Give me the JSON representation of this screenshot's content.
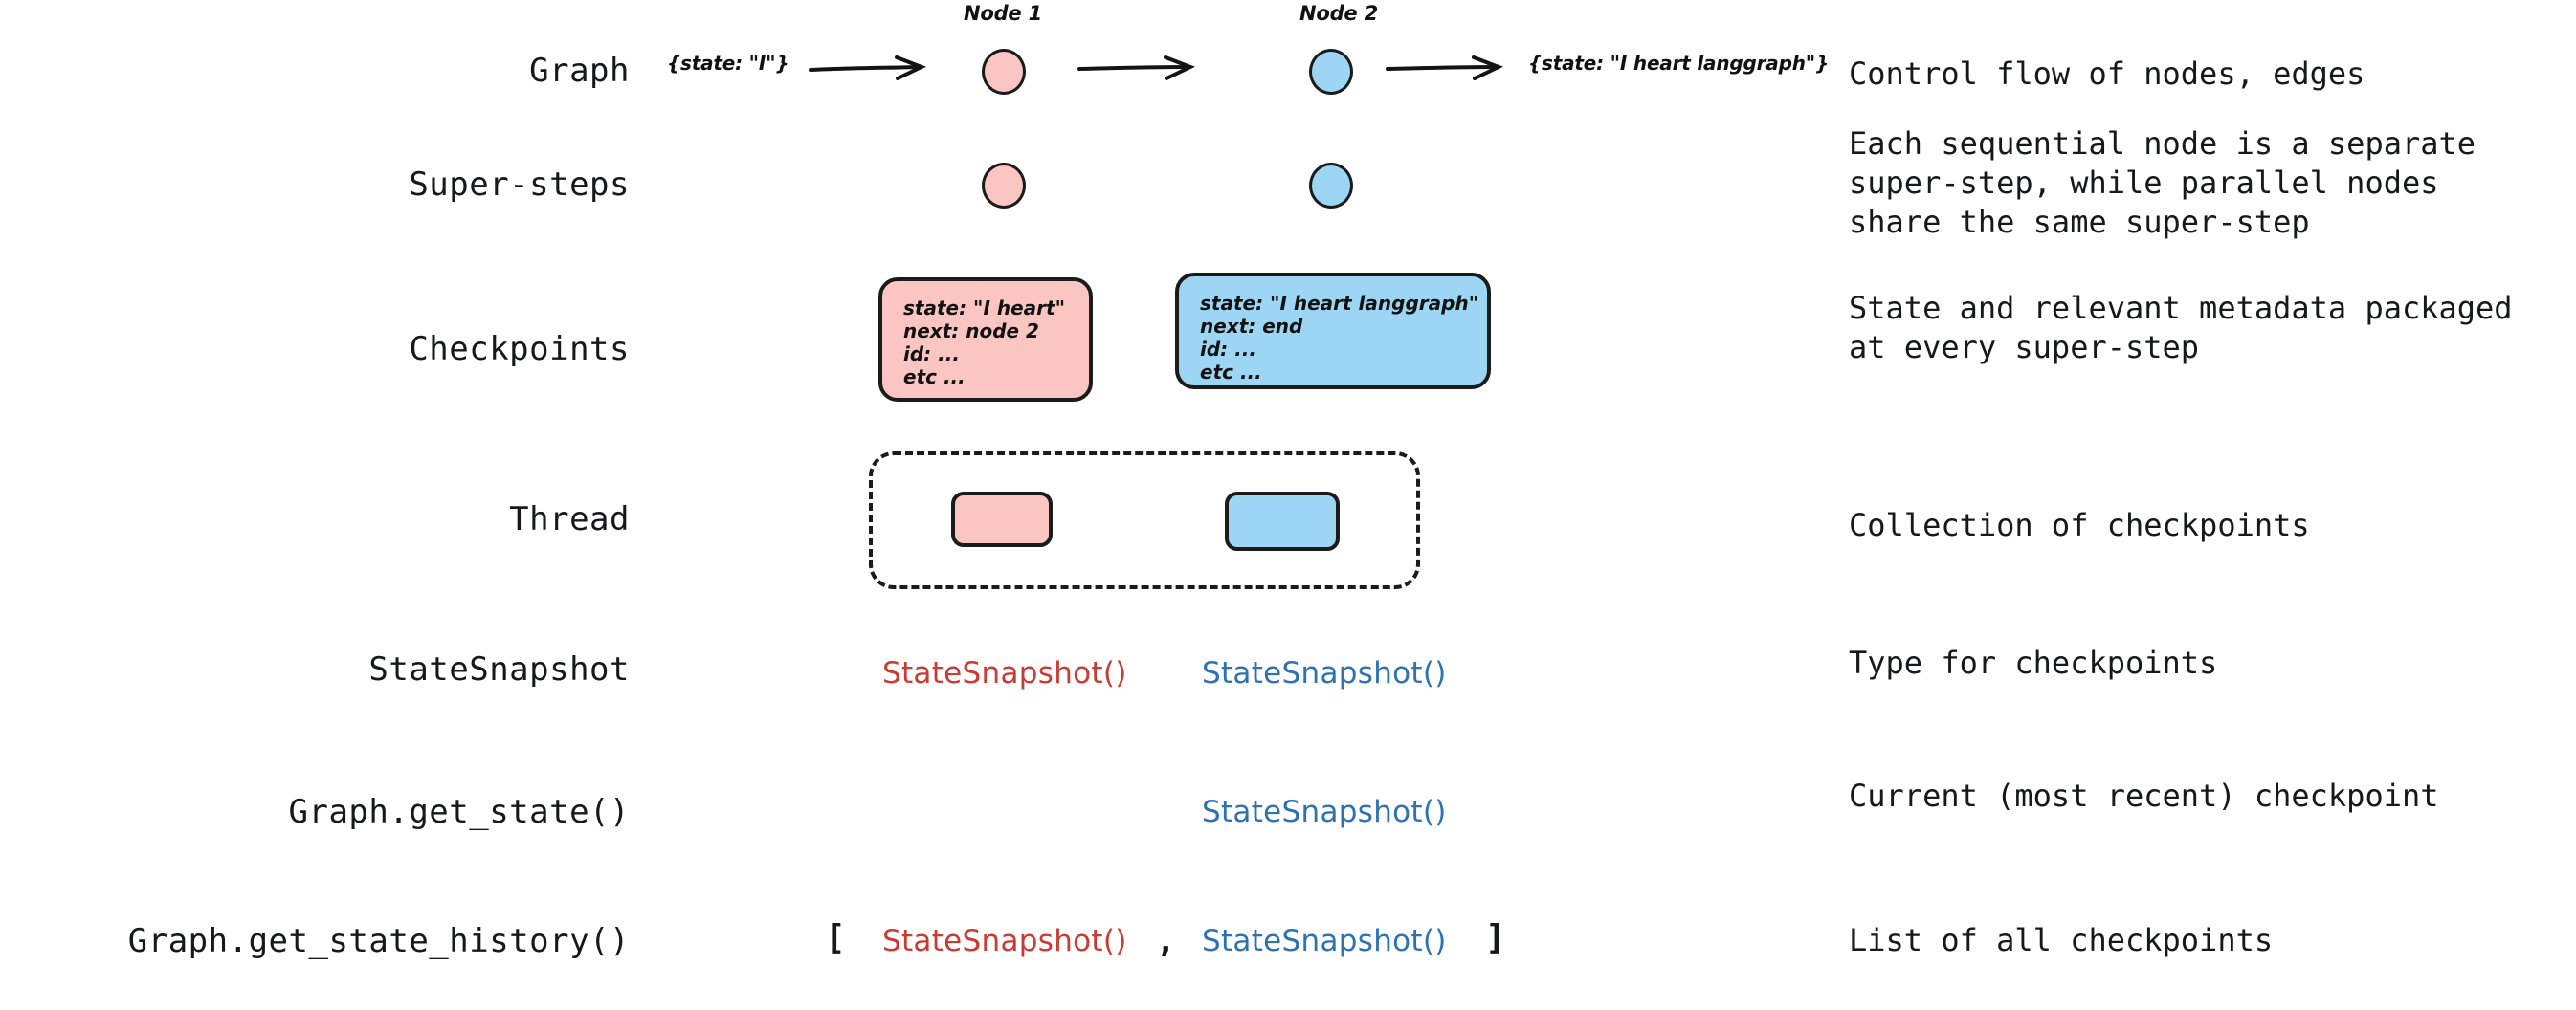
{
  "rows": [
    {
      "label": "Graph",
      "description": "Control flow of nodes, edges"
    },
    {
      "label": "Super-steps",
      "description": "Each sequential node is a separate\nsuper-step, while parallel nodes\nshare the same super-step"
    },
    {
      "label": "Checkpoints",
      "description": "State and relevant metadata packaged\nat every super-step"
    },
    {
      "label": "Thread",
      "description": "Collection of checkpoints"
    },
    {
      "label": "StateSnapshot",
      "description": "Type for checkpoints"
    },
    {
      "label": "Graph.get_state()",
      "description": "Current (most recent) checkpoint"
    },
    {
      "label": "Graph.get_state_history()",
      "description": "List of all checkpoints"
    }
  ],
  "graph": {
    "input_state": "{state: \"I\"}",
    "output_state": "{state: \"I heart langgraph\"}",
    "node1_label": "Node 1",
    "node2_label": "Node 2"
  },
  "checkpoints": {
    "pink": {
      "lines": [
        "state: \"I heart\"",
        "next: node 2",
        "id: ...",
        "etc ..."
      ]
    },
    "blue": {
      "lines": [
        "state: \"I heart langgraph\"",
        "next: end",
        "id: ...",
        "etc ..."
      ]
    }
  },
  "snapshots": {
    "red_label": "StateSnapshot()",
    "blue_label": "StateSnapshot()",
    "list_open": "[",
    "list_comma": ",",
    "list_close": "]"
  },
  "colors": {
    "pink_fill": "#fbc5c2",
    "blue_fill": "#9dd6f5",
    "snapshot_red": "#c93b33",
    "snapshot_blue": "#2f72b0",
    "stroke": "#1b1b1b",
    "text": "#17181a",
    "background": "#ffffff"
  }
}
